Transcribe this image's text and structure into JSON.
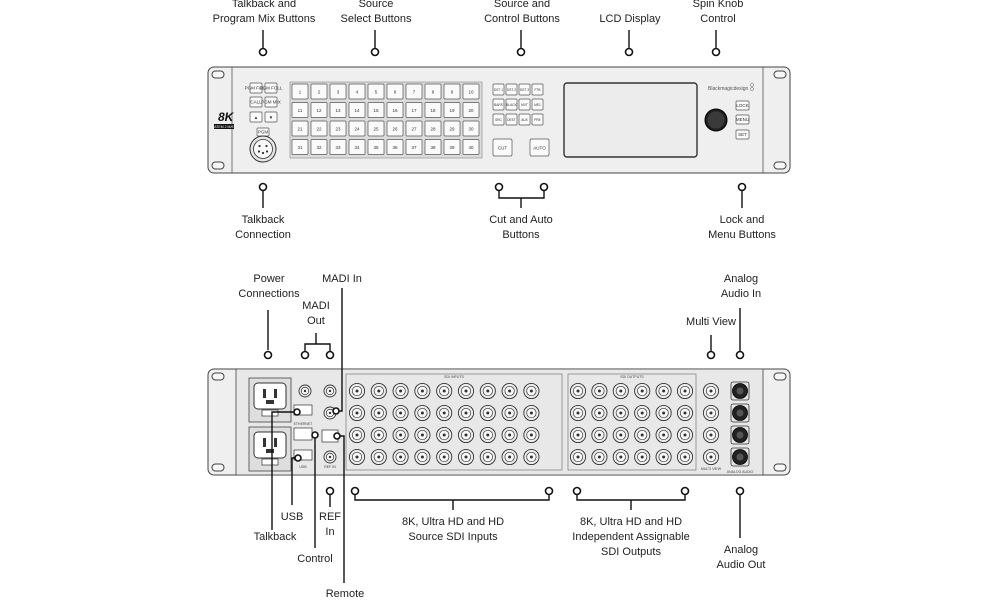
{
  "front_panel": {
    "badge_main": "8K",
    "badge_sub": "ATEM 2 M/E",
    "brand": "Blackmagicdesign",
    "talkback_keys": [
      "PGM FOLL",
      "PGM FOLL",
      "CALL",
      "PGM MIX",
      "▲",
      "▼"
    ],
    "talkback_jack": "PGM",
    "source_keys_row1": [
      "1",
      "2",
      "3",
      "4",
      "5",
      "6",
      "7",
      "8",
      "9",
      "10"
    ],
    "source_keys_row2": [
      "11",
      "12",
      "13",
      "14",
      "15",
      "16",
      "17",
      "18",
      "19",
      "20"
    ],
    "source_keys_row3": [
      "21",
      "22",
      "23",
      "24",
      "25",
      "26",
      "27",
      "28",
      "29",
      "30"
    ],
    "source_keys_row4": [
      "31",
      "32",
      "33",
      "34",
      "35",
      "36",
      "37",
      "38",
      "39",
      "40"
    ],
    "control_keys": [
      "DST 1",
      "DST 2",
      "DST 3",
      "FTB",
      "BARS",
      "BLACK",
      "MVT",
      "ME1",
      "SRC",
      "DEST",
      "AUX",
      "PRE"
    ],
    "cut_label": "CUT",
    "auto_label": "AUTO",
    "menu_keys": [
      "LOCK",
      "MENU",
      "SET"
    ]
  },
  "rear_panel": {
    "header_sdi_in": "SDI INPUTS",
    "header_sdi_out": "SDI OUTPUTS",
    "label_ethernet": "ETHERNET",
    "label_usb": "USB",
    "label_ref": "REF IN",
    "label_multiview": "MULTI VIEW",
    "label_analog": "ANALOG AUDIO"
  },
  "labels": {
    "talkback_program_mix": [
      "Talkback and",
      "Program Mix Buttons"
    ],
    "source_select": [
      "Source",
      "Select Buttons"
    ],
    "source_control": [
      "Source and",
      "Control  Buttons"
    ],
    "lcd_display": [
      "LCD Display"
    ],
    "spin_knob": [
      "Spin Knob",
      "Control"
    ],
    "talkback_connection": [
      "Talkback",
      "Connection"
    ],
    "cut_auto": [
      "Cut and Auto",
      "Buttons"
    ],
    "lock_menu": [
      "Lock and",
      "Menu Buttons"
    ],
    "power": [
      "Power",
      "Connections"
    ],
    "madi_in": [
      "MADI In"
    ],
    "madi_out": [
      "MADI",
      "Out"
    ],
    "multi_view": [
      "Multi View"
    ],
    "analog_in": [
      "Analog",
      "Audio In"
    ],
    "usb": [
      "USB"
    ],
    "talkback": [
      "Talkback"
    ],
    "ref_in": [
      "REF",
      "In"
    ],
    "control": [
      "Control"
    ],
    "remote": [
      "Remote"
    ],
    "sdi_inputs": [
      "8K, Ultra HD and HD",
      "Source SDI Inputs"
    ],
    "sdi_outputs": [
      "8K, Ultra HD and HD",
      "Independent Assignable",
      "SDI Outputs"
    ],
    "analog_out": [
      "Analog",
      "Audio Out"
    ]
  }
}
